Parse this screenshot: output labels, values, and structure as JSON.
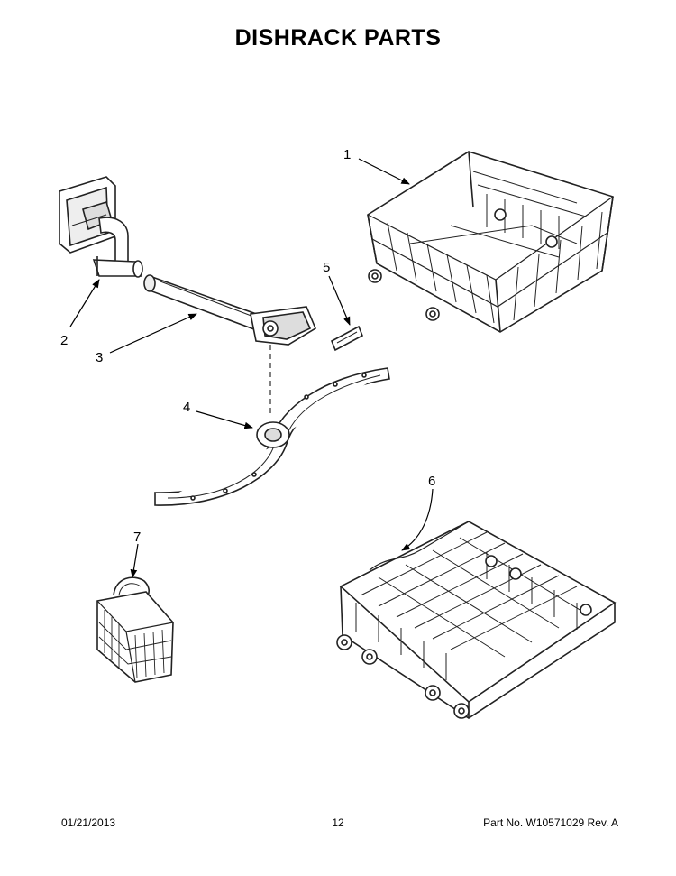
{
  "title": "DISHRACK PARTS",
  "callouts": [
    "1",
    "2",
    "3",
    "4",
    "5",
    "6",
    "7"
  ],
  "footer": {
    "date": "01/21/2013",
    "page": "12",
    "part_no": "Part No.  W10571029  Rev.  A"
  }
}
